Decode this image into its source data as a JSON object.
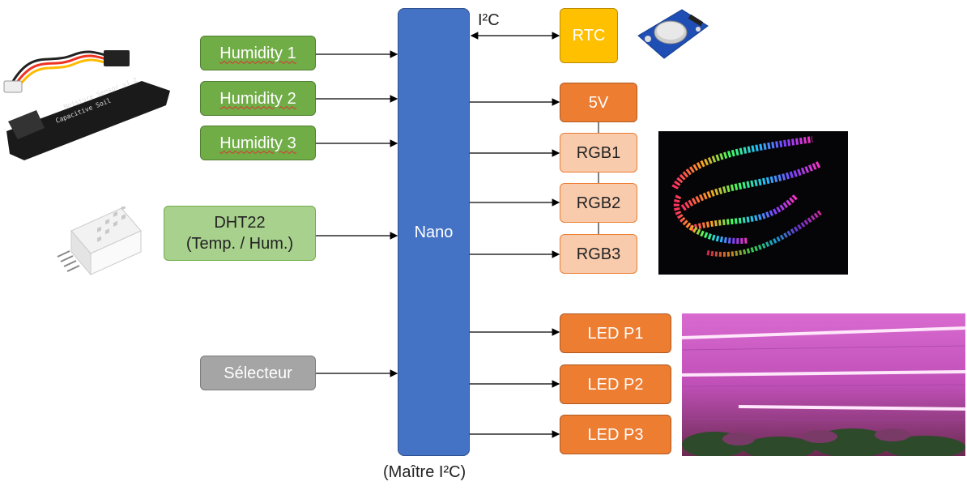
{
  "inputs": {
    "humidity1": "Humidity 1",
    "humidity2": "Humidity 2",
    "humidity3": "Humidity 3",
    "dht22_line1": "DHT22",
    "dht22_line2": "(Temp. / Hum.)",
    "selector": "Sélecteur"
  },
  "controller": {
    "name": "Nano",
    "subtitle": "(Maître I²C)",
    "bus_label": "I²C"
  },
  "outputs": {
    "rtc": "RTC",
    "power": "5V",
    "rgb1": "RGB1",
    "rgb2": "RGB2",
    "rgb3": "RGB3",
    "led1": "LED P1",
    "led2": "LED P2",
    "led3": "LED P3"
  },
  "colors": {
    "humidity": "#70ad47",
    "dht22": "#a9d18e",
    "selector": "#a5a5a5",
    "nano": "#4472c4",
    "rtc": "#ffc000",
    "orange": "#ed7d31",
    "rgb": "#f8cbad"
  },
  "images": [
    "capacitive-soil-moisture-sensor",
    "dht22-sensor",
    "rtc-module",
    "rgb-led-strip",
    "grow-led-lights"
  ]
}
